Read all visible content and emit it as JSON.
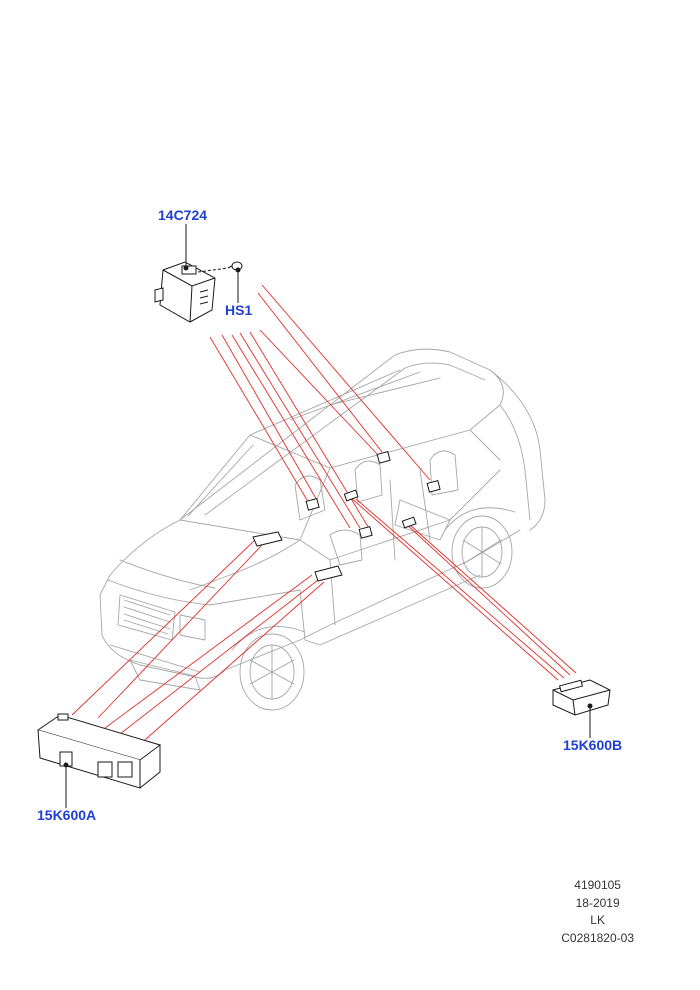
{
  "callouts": {
    "antenna_module": "14C724",
    "screw": "HS1",
    "module_b": "15K600B",
    "module_a": "15K600A"
  },
  "reference": {
    "line1": "4190105",
    "line2": "18-2019",
    "line3": "LK",
    "line4": "C0281820-03"
  },
  "colors": {
    "callout_text": "#1f3fd6",
    "connector_lines": "#e0302a",
    "outline": "#9a9a9a",
    "component": "#1a1a1a"
  }
}
